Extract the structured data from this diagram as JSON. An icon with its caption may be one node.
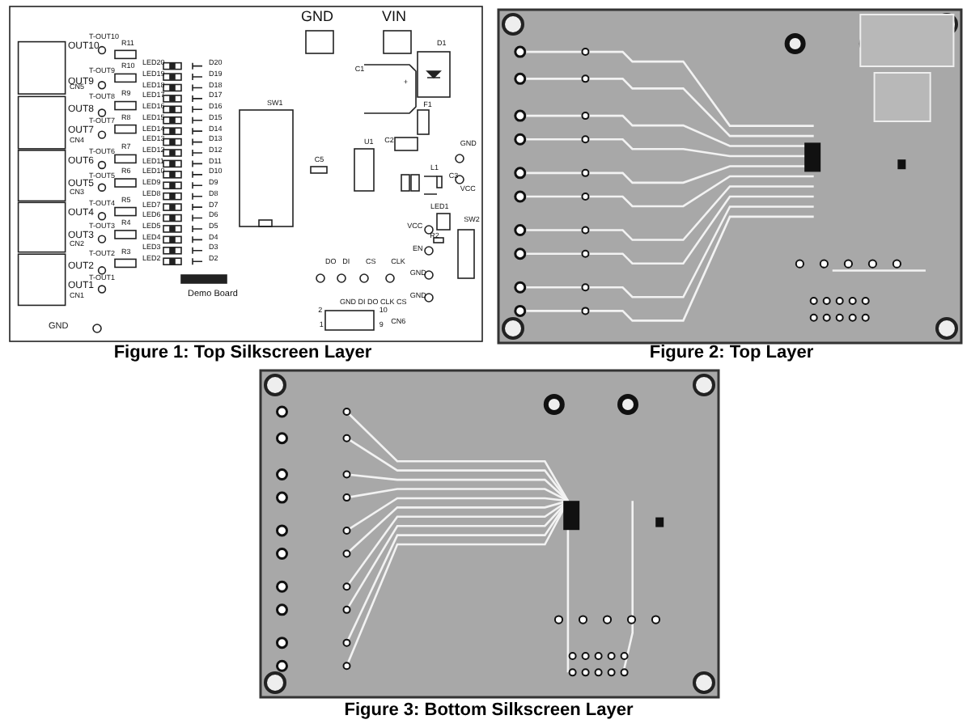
{
  "diagram": {
    "labels": [
      "GND",
      "VIN",
      "T-OUT10",
      "T-OUT9",
      "T-OUT8",
      "T-OUT7",
      "T-OUT6",
      "T-OUT5",
      "T-OUT4",
      "T-OUT3",
      "T-OUT2",
      "T-OUT1",
      "OUT10",
      "OUT9",
      "OUT8",
      "OUT7",
      "OUT6",
      "OUT5",
      "OUT4",
      "OUT3",
      "OUT2",
      "OUT1",
      "R11",
      "R10",
      "R9",
      "R8",
      "R7",
      "R6",
      "R5",
      "R4",
      "R3",
      "CN5",
      "CN4",
      "CN3",
      "CN2",
      "CN1",
      "LED20",
      "LED19",
      "LED18",
      "LED17",
      "LED16",
      "LED15",
      "LED14",
      "LED13",
      "LED12",
      "LED11",
      "LED10",
      "LED9",
      "LED8",
      "LED7",
      "LED6",
      "LED5",
      "LED4",
      "LED3",
      "LED2",
      "D20",
      "D19",
      "D18",
      "D17",
      "D16",
      "D15",
      "D14",
      "D13",
      "D12",
      "D11",
      "D10",
      "D9",
      "D8",
      "D7",
      "D6",
      "D5",
      "D4",
      "D3",
      "D2",
      "SW1",
      "C1",
      "+",
      "D1",
      "F1",
      "U1",
      "C2",
      "C5",
      "L1",
      "C3",
      "LED1",
      "R2",
      "SW2",
      "GND",
      "VCC",
      "VCC",
      "EN",
      "GND",
      "GND",
      "DO",
      "DI",
      "CS",
      "CLK",
      "GND DI DO CLK CS",
      "2",
      "1",
      "10",
      "9",
      "CN6",
      "GND",
      "Demo Board",
      "Figure 1: Top Silkscreen Layer",
      "Figure 2: Top Layer",
      "Figure 3: Bottom Silkscreen Layer"
    ]
  }
}
